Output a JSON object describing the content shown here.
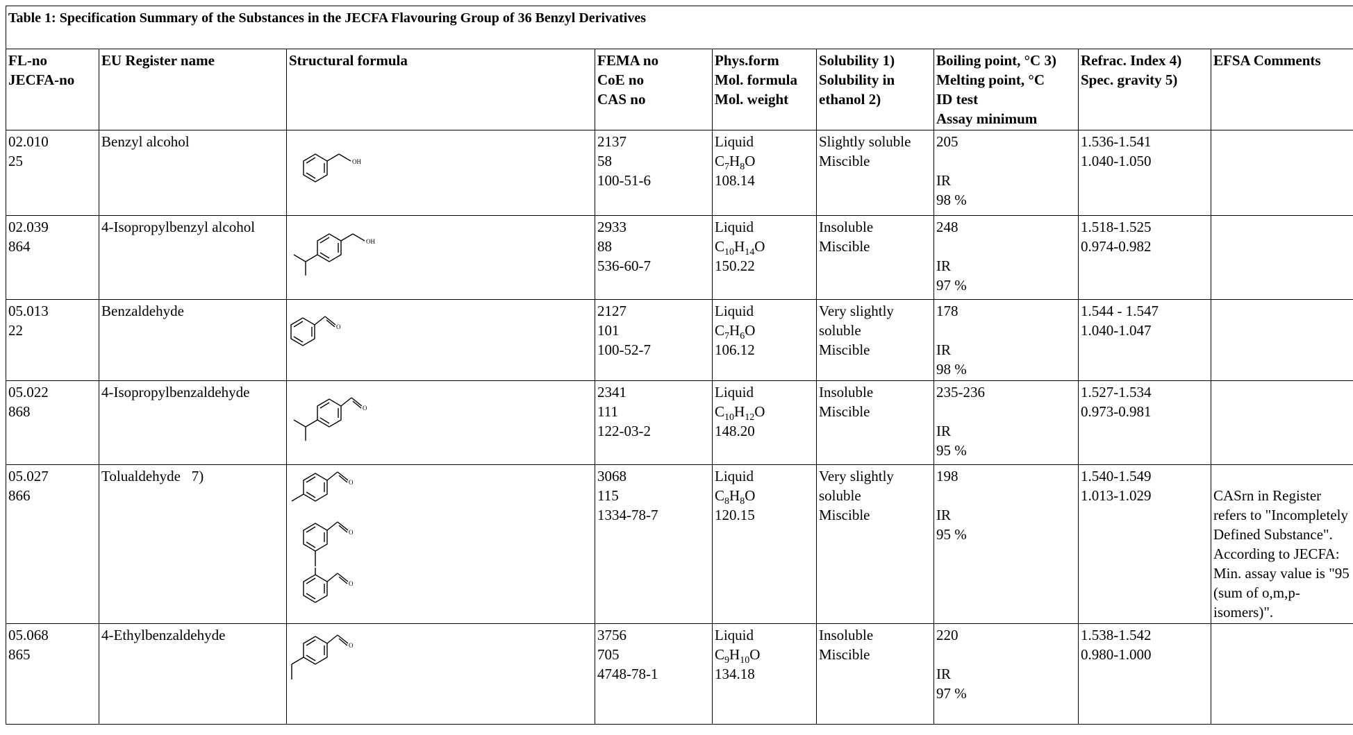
{
  "table": {
    "caption": "Table 1: Specification Summary of the Substances in the JECFA Flavouring Group of  36 Benzyl Derivatives",
    "headers": [
      [
        "FL-no",
        "JECFA-no"
      ],
      [
        "EU Register name"
      ],
      [
        "Structural formula"
      ],
      [
        "FEMA no",
        "CoE no",
        "CAS no"
      ],
      [
        "Phys.form",
        "Mol. formula",
        "Mol. weight"
      ],
      [
        "Solubility 1)",
        "Solubility in",
        "ethanol 2)"
      ],
      [
        "Boiling point, °C 3)",
        "Melting point, °C",
        "ID test",
        "Assay minimum"
      ],
      [
        "Refrac. Index 4)",
        "Spec. gravity 5)"
      ],
      [
        "EFSA Comments"
      ]
    ],
    "rows": [
      {
        "fl_no": "02.010",
        "jecfa_no": "25",
        "name": "Benzyl alcohol",
        "fema": "2137",
        "coe": "58",
        "cas": "100-51-6",
        "phys": "Liquid",
        "formula": {
          "parts": [
            "C",
            "7",
            "H",
            "8",
            "O"
          ]
        },
        "mw": "108.14",
        "solubility": [
          "Slightly soluble",
          "Miscible"
        ],
        "bp": "205",
        "id_test": "IR",
        "assay": "98 %",
        "refrac": "1.536-1.541",
        "spec_gravity": "1.040-1.050",
        "efsa": ""
      },
      {
        "fl_no": "02.039",
        "jecfa_no": "864",
        "name": "4-Isopropylbenzyl alcohol",
        "fema": "2933",
        "coe": "88",
        "cas": "536-60-7",
        "phys": "Liquid",
        "formula": {
          "parts": [
            "C",
            "10",
            "H",
            "14",
            "O"
          ]
        },
        "mw": "150.22",
        "solubility": [
          "Insoluble",
          "Miscible"
        ],
        "bp": "248",
        "id_test": "IR",
        "assay": "97 %",
        "refrac": "1.518-1.525",
        "spec_gravity": "0.974-0.982",
        "efsa": ""
      },
      {
        "fl_no": "05.013",
        "jecfa_no": "22",
        "name": "Benzaldehyde",
        "fema": "2127",
        "coe": "101",
        "cas": "100-52-7",
        "phys": "Liquid",
        "formula": {
          "parts": [
            "C",
            "7",
            "H",
            "6",
            "O"
          ]
        },
        "mw": "106.12",
        "solubility": [
          "Very slightly",
          "soluble",
          "Miscible"
        ],
        "bp": "178",
        "id_test": "IR",
        "assay": "98 %",
        "refrac": "1.544 - 1.547",
        "spec_gravity": "1.040-1.047",
        "efsa": ""
      },
      {
        "fl_no": "05.022",
        "jecfa_no": "868",
        "name": "4-Isopropylbenzaldehyde",
        "fema": "2341",
        "coe": "111",
        "cas": "122-03-2",
        "phys": "Liquid",
        "formula": {
          "parts": [
            "C",
            "10",
            "H",
            "12",
            "O"
          ]
        },
        "mw": "148.20",
        "solubility": [
          "Insoluble",
          "Miscible"
        ],
        "bp": "235-236",
        "id_test": "IR",
        "assay": "95 %",
        "refrac": "1.527-1.534",
        "spec_gravity": "0.973-0.981",
        "efsa": ""
      },
      {
        "fl_no": "05.027",
        "jecfa_no": "866",
        "name": "Tolualdehyde   7)",
        "fema": "3068",
        "coe": "115",
        "cas": "1334-78-7",
        "phys": "Liquid",
        "formula": {
          "parts": [
            "C",
            "8",
            "H",
            "8",
            "O"
          ]
        },
        "mw": "120.15",
        "solubility": [
          "Very slightly",
          "soluble",
          "Miscible"
        ],
        "bp": "198",
        "id_test": "IR",
        "assay": "95 %",
        "refrac": "1.540-1.549",
        "spec_gravity": "1.013-1.029",
        "efsa": "CASrn in Register refers to \"Incompletely Defined Substance\". According to JECFA: Min. assay value is \"95 (sum of o,m,p- isomers)\"."
      },
      {
        "fl_no": "05.068",
        "jecfa_no": "865",
        "name": "4-Ethylbenzaldehyde",
        "fema": "3756",
        "coe": "705",
        "cas": "4748-78-1",
        "phys": "Liquid",
        "formula": {
          "parts": [
            "C",
            "9",
            "H",
            "10",
            "O"
          ]
        },
        "mw": "134.18",
        "solubility": [
          "Insoluble",
          "Miscible"
        ],
        "bp": "220",
        "id_test": "IR",
        "assay": "97 %",
        "refrac": "1.538-1.542",
        "spec_gravity": "0.980-1.000",
        "efsa": ""
      }
    ],
    "structure_atom_labels": {
      "alcohol": "OH",
      "aldehyde": "O"
    }
  }
}
